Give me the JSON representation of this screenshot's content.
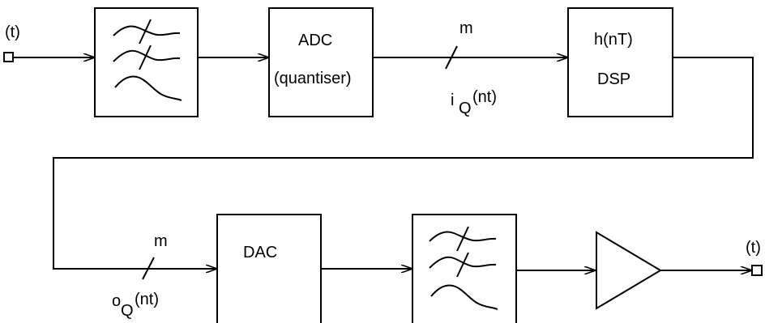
{
  "input": {
    "label": "(t)"
  },
  "output": {
    "label": "(t)"
  },
  "adc": {
    "line1": "ADC",
    "line2": "(quantiser)"
  },
  "bus_in": {
    "width_label": "m",
    "signal_base": "i",
    "signal_sub": "Q",
    "signal_arg": "(nt)"
  },
  "dsp": {
    "line1": "h(nT)",
    "line2": "DSP"
  },
  "bus_out": {
    "width_label": "m",
    "signal_base": "o",
    "signal_sub": "Q",
    "signal_arg": "(nt)"
  },
  "dac": {
    "label": "DAC"
  }
}
